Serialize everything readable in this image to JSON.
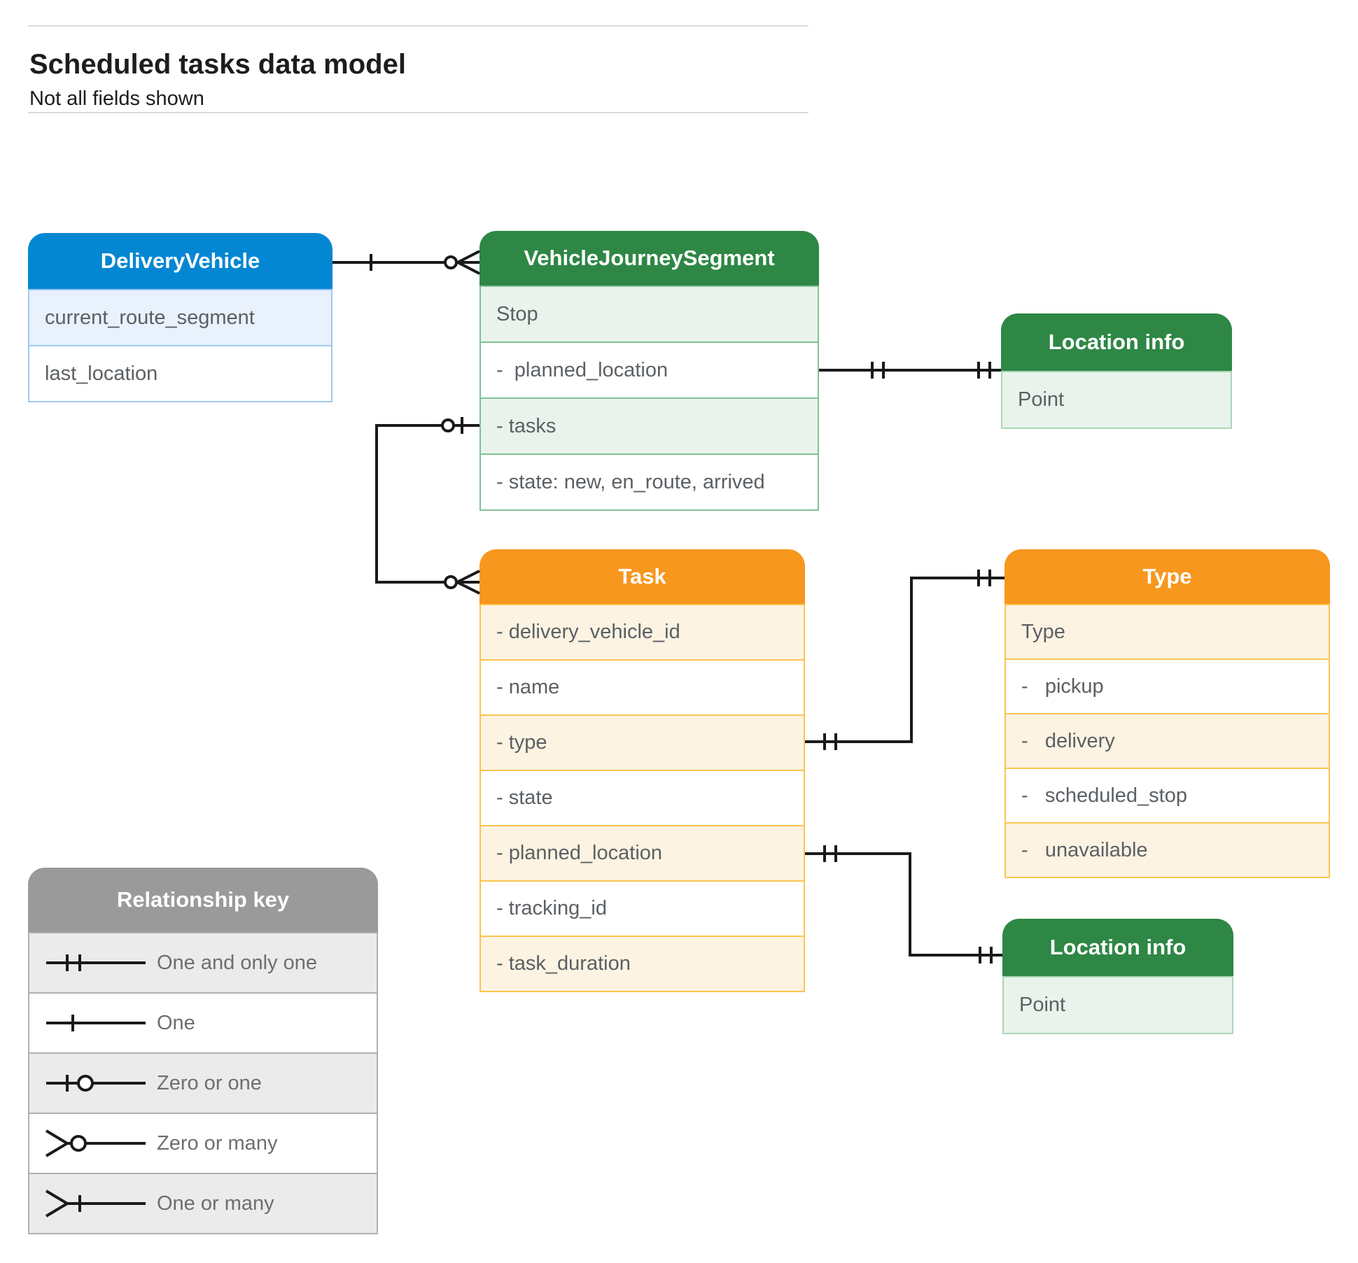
{
  "header": {
    "title": "Scheduled tasks data model",
    "subtitle": "Not all fields shown"
  },
  "colors": {
    "blue_header": "#0487d2",
    "green_header": "#2e8745",
    "orange_header": "#f7971d",
    "gray_header": "#9a9a9a",
    "line": "#1a1a1a"
  },
  "entities": {
    "delivery_vehicle": {
      "title": "DeliveryVehicle",
      "fields": [
        "current_route_segment",
        "last_location"
      ]
    },
    "vehicle_journey_segment": {
      "title": "VehicleJourneySegment",
      "fields": [
        "Stop",
        "-  planned_location",
        "- tasks",
        "- state: new, en_route, arrived"
      ]
    },
    "location_info_top": {
      "title": "Location info",
      "fields": [
        "Point"
      ]
    },
    "task": {
      "title": "Task",
      "fields": [
        "- delivery_vehicle_id",
        "- name",
        "- type",
        "- state",
        "- planned_location",
        "- tracking_id",
        "- task_duration"
      ]
    },
    "type": {
      "title": "Type",
      "fields": [
        "Type",
        "-   pickup",
        "-   delivery",
        "-   scheduled_stop",
        "-   unavailable"
      ]
    },
    "location_info_bottom": {
      "title": "Location info",
      "fields": [
        "Point"
      ]
    }
  },
  "relationships": [
    {
      "from": "DeliveryVehicle",
      "to": "VehicleJourneySegment",
      "from_end": "one",
      "to_end": "zero-or-many"
    },
    {
      "from": "VehicleJourneySegment.tasks",
      "to": "Task",
      "from_end": "zero-or-one",
      "to_end": "zero-or-many"
    },
    {
      "from": "VehicleJourneySegment.planned_location",
      "to": "Location info",
      "from_end": "one-and-only-one",
      "to_end": "one-and-only-one"
    },
    {
      "from": "Task.type",
      "to": "Type",
      "from_end": "one-and-only-one",
      "to_end": "one-and-only-one"
    },
    {
      "from": "Task.planned_location",
      "to": "Location info",
      "from_end": "one-and-only-one",
      "to_end": "one-and-only-one"
    }
  ],
  "legend": {
    "title": "Relationship key",
    "items": [
      "One and only one",
      "One",
      "Zero or one",
      "Zero or many",
      "One or many"
    ]
  }
}
